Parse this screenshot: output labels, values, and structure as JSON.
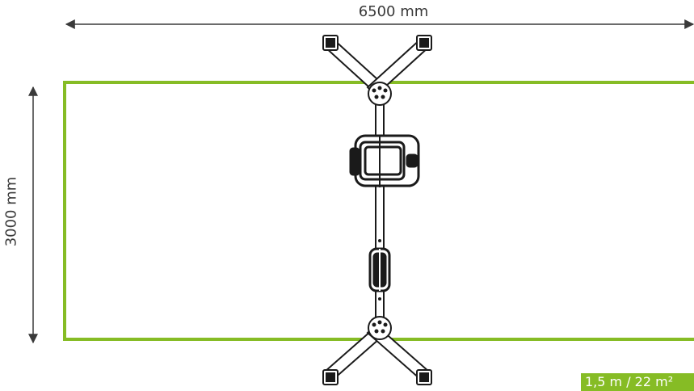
{
  "dimensions": {
    "width_label": "6500 mm",
    "height_label": "3000 mm"
  },
  "badge": {
    "text": "1,5 m / 22 m²"
  },
  "colors": {
    "safety_area": "#86bc25",
    "structure": "#1a1a1a",
    "dimension_lines": "#3a3a3a",
    "badge_background": "#86bc25",
    "badge_text": "#ffffff"
  }
}
